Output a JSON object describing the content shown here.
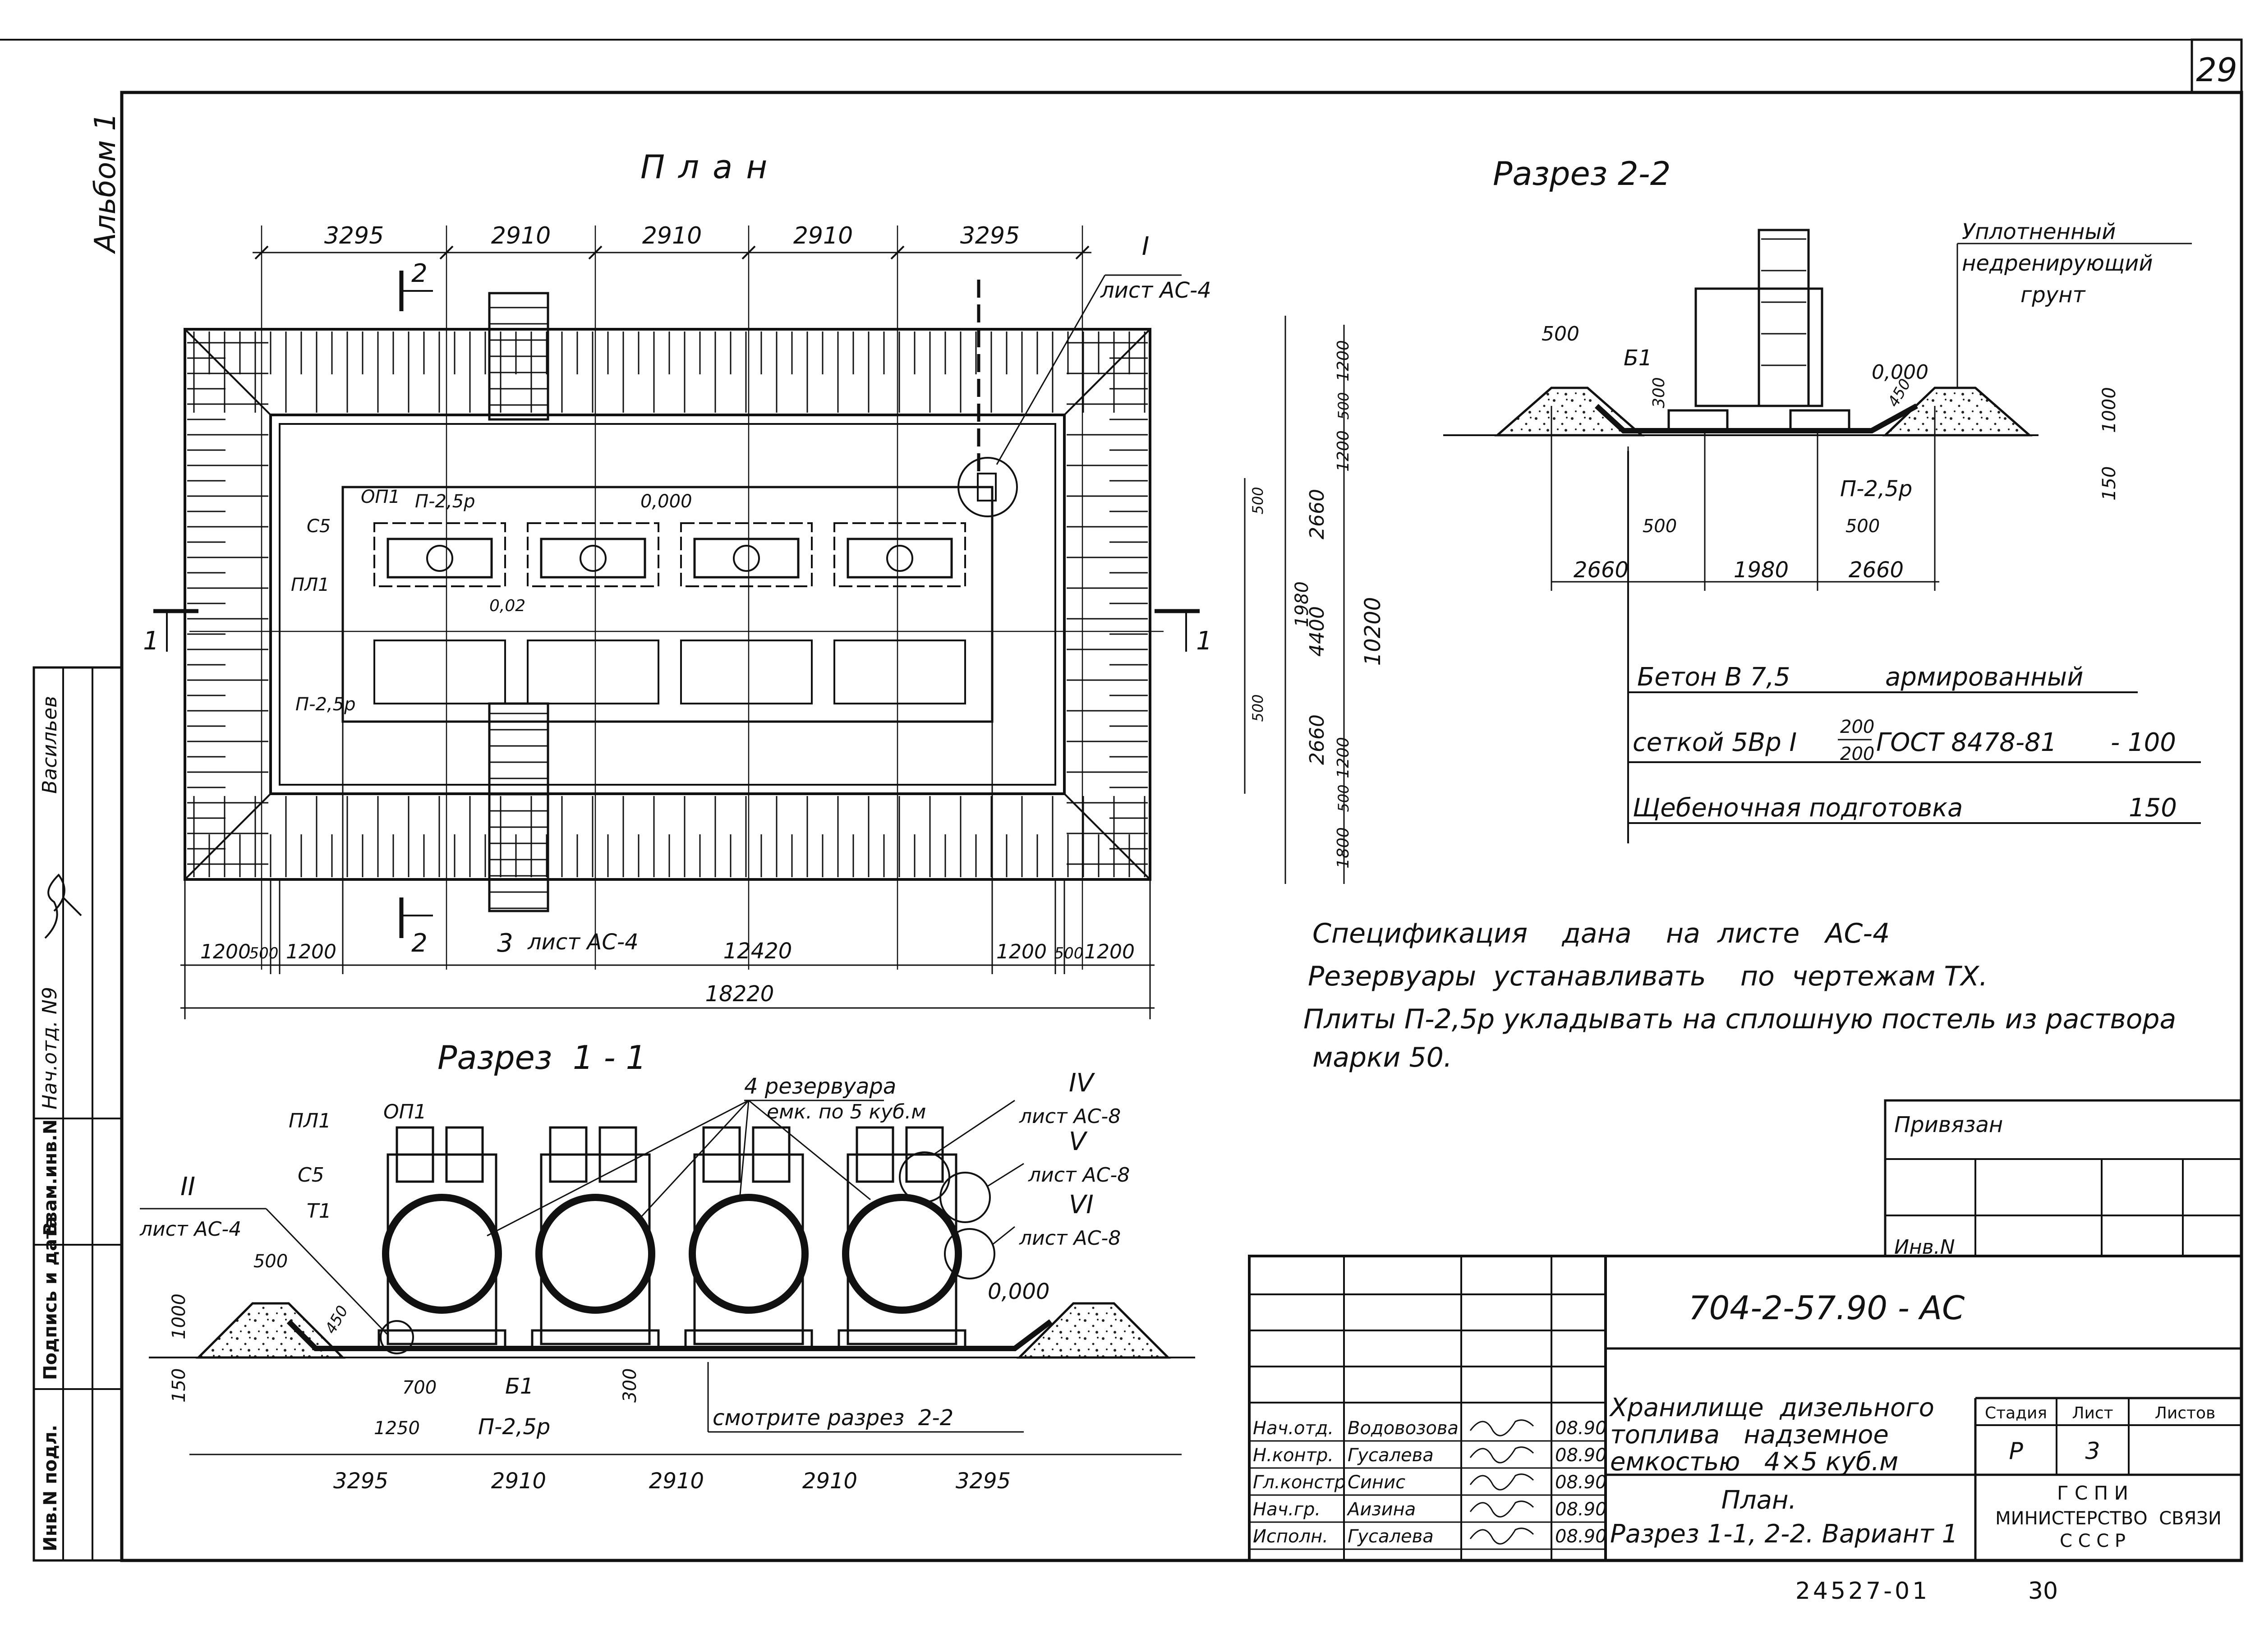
{
  "page_number": "29",
  "album_label": "Альбом 1",
  "plan": {
    "title": "План",
    "top_dims": [
      "3295",
      "2910",
      "2910",
      "2910",
      "3295"
    ],
    "bottom_dims": [
      "1200",
      "500",
      "1200",
      "12420",
      "1200",
      "500",
      "1200"
    ],
    "total_width": "18220",
    "right_dims_inner": [
      "1200",
      "500",
      "1200",
      "500",
      "1980",
      "500",
      "1200",
      "500",
      "1800"
    ],
    "right_dims_mid": [
      "2660",
      "4400",
      "2660"
    ],
    "total_height": "10200",
    "labels": {
      "section2_top": "2",
      "section2_bottom": "2",
      "section1_left": "1",
      "section1_right": "1",
      "node1": "I",
      "node1_sheet": "лист АС-4",
      "node3": "3",
      "node3_sheet": "лист АС-4",
      "op1": "ОП1",
      "p25_top": "П-2,5р",
      "c5": "С5",
      "pl1": "ПЛ1",
      "zero": "0,000",
      "slope": "0,02",
      "p25_left": "П-2,5р"
    }
  },
  "section22": {
    "title": "Разрез  2-2",
    "soil_note": [
      "Уплотненный",
      "недренирующий",
      "грунт"
    ],
    "b1": "Б1",
    "dim500_top": "500",
    "dim300": "300",
    "dim450": "450",
    "zero": "0,000",
    "dim1000": "1000",
    "dim150": "150",
    "p25": "П-2,5р",
    "dim500_a": "500",
    "dim500_b": "500",
    "bottom_dims": [
      "2660",
      "1980",
      "2660"
    ]
  },
  "legend": {
    "row1_left": "Бетон  В 7,5",
    "row1_right": "армированный",
    "row2": "сеткой 5Вр I",
    "row2_num": "200",
    "row2_den": "200",
    "row2_gost": "ГОСТ 8478-81",
    "row2_val": "- 100",
    "row3_left": "Щебеночная  подготовка",
    "row3_val": "150"
  },
  "notes": [
    "Спецификация    дана    на  листе   АС-4",
    "Резервуары  устанавливать    по  чертежам ТХ.",
    "Плиты  П-2,5р укладывать на сплошную постель из раствора",
    "марки  50."
  ],
  "section11": {
    "title": "Разрез  1 - 1",
    "tanks_note": [
      "4 резервуара",
      "емк. по 5 куб.м"
    ],
    "pl1": "ПЛ1",
    "op1": "ОП1",
    "c5": "С5",
    "t1": "Т1",
    "node2": "II",
    "node2_sheet": "лист АС-4",
    "node4": "IV",
    "node4_sheet": "лист АС-8",
    "node5": "V",
    "node5_sheet": "лист АС-8",
    "node6": "VI",
    "node6_sheet": "лист АС-8",
    "dim500": "500",
    "dim450": "450",
    "dim1000": "1000",
    "dim150": "150",
    "dim700": "700",
    "dim1250": "1250",
    "dim300": "300",
    "b1": "Б1",
    "p25": "П-2,5р",
    "zero": "0,000",
    "see_section": "смотрите разрез  2-2",
    "bottom_dims": [
      "3295",
      "2910",
      "2910",
      "2910",
      "3295"
    ]
  },
  "side_stamp": {
    "inv_podl": "Инв.N подл.",
    "signature_date": "Подпись и дата",
    "vzam_inv": "Взам.инв.N",
    "nach_otd": "Нач.отд. N9",
    "name": "Васильев"
  },
  "title_block": {
    "privyazan": "Привязан",
    "inv_n": "Инв.N",
    "code": "704-2-57.90 - АС",
    "project_name": [
      "Хранилище  дизельного",
      "топлива   надземное",
      "емкостью   4×5 куб.м"
    ],
    "sheet_name": [
      "План.",
      "Разрез 1-1, 2-2. Вариант 1"
    ],
    "stage_header": "Стадия",
    "sheet_header": "Лист",
    "sheets_header": "Листов",
    "stage": "Р",
    "sheet": "3",
    "sheets": "",
    "org": [
      "Г С П И",
      "МИНИСТЕРСТВО  СВЯЗИ",
      "С С С Р"
    ],
    "signers": [
      {
        "role": "Нач.отд.",
        "name": "Водовозова",
        "date": "08.90"
      },
      {
        "role": "Н.контр.",
        "name": "Гусалева",
        "date": "08.90"
      },
      {
        "role": "Гл.констр",
        "name": "Синис",
        "date": "08.90"
      },
      {
        "role": "Нач.гр.",
        "name": "Аизина",
        "date": "08.90"
      },
      {
        "role": "Исполн.",
        "name": "Гусалева",
        "date": "08.90"
      }
    ]
  },
  "footer_code": "24527-01",
  "footer_num": "30"
}
